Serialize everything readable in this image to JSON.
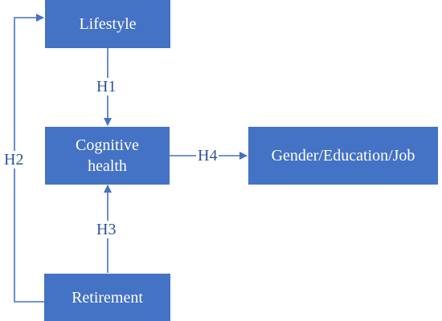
{
  "boxes": {
    "lifestyle": "Lifestyle",
    "cognitive_line1": "Cognitive",
    "cognitive_line2": "health",
    "outcome": "Gender/Education/Job",
    "retirement": "Retirement"
  },
  "edges": {
    "h1": "H1",
    "h2": "H2",
    "h3": "H3",
    "h4": "H4"
  },
  "colors": {
    "box_fill": "#4472c4",
    "box_text": "#ffffff",
    "arrow": "#4472c4",
    "label_text": "#2f5597"
  }
}
